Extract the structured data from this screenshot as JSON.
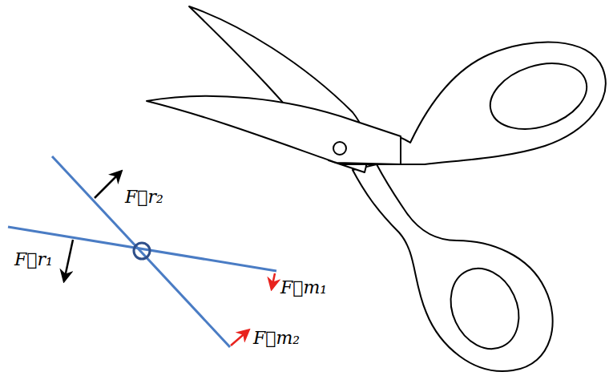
{
  "diagram": {
    "labels": [
      "F⃗r₂",
      "F⃗r₁",
      "F⃗m₁",
      "F⃗m₂"
    ]
  }
}
